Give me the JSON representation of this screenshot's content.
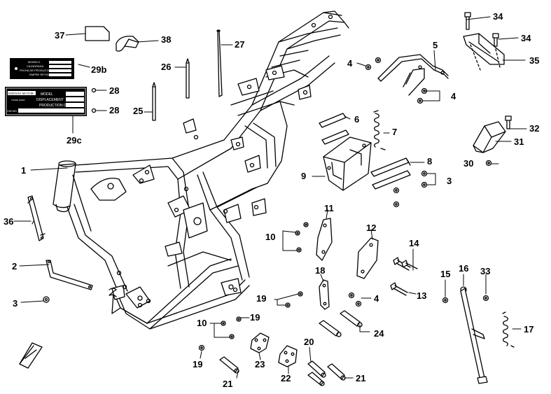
{
  "plate_29b": {
    "lines": [
      "MODELO",
      "CILINDRADA",
      "FECHA DE PRODUCCION",
      "EMPRE RETIXCA"
    ]
  },
  "plate_29c": {
    "brand": "KEEWAY MOTOR",
    "lines": [
      "MODEL",
      "DISPLACEMENT",
      "PRODUCTION D.T."
    ],
    "left_small": [
      "TRADE MARK",
      "VIN NO."
    ]
  },
  "part_labels": [
    {
      "id": "1",
      "text": "1"
    },
    {
      "id": "2",
      "text": "2"
    },
    {
      "id": "3a",
      "text": "3"
    },
    {
      "id": "3b",
      "text": "3"
    },
    {
      "id": "4a",
      "text": "4"
    },
    {
      "id": "4b",
      "text": "4"
    },
    {
      "id": "4c",
      "text": "4"
    },
    {
      "id": "5",
      "text": "5"
    },
    {
      "id": "6",
      "text": "6"
    },
    {
      "id": "7",
      "text": "7"
    },
    {
      "id": "8",
      "text": "8"
    },
    {
      "id": "9",
      "text": "9"
    },
    {
      "id": "10a",
      "text": "10"
    },
    {
      "id": "10b",
      "text": "10"
    },
    {
      "id": "11",
      "text": "11"
    },
    {
      "id": "12",
      "text": "12"
    },
    {
      "id": "13",
      "text": "13"
    },
    {
      "id": "14",
      "text": "14"
    },
    {
      "id": "15",
      "text": "15"
    },
    {
      "id": "16",
      "text": "16"
    },
    {
      "id": "17",
      "text": "17"
    },
    {
      "id": "18",
      "text": "18"
    },
    {
      "id": "19a",
      "text": "19"
    },
    {
      "id": "19b",
      "text": "19"
    },
    {
      "id": "19c",
      "text": "19"
    },
    {
      "id": "20",
      "text": "20"
    },
    {
      "id": "21a",
      "text": "21"
    },
    {
      "id": "21b",
      "text": "21"
    },
    {
      "id": "22",
      "text": "22"
    },
    {
      "id": "23",
      "text": "23"
    },
    {
      "id": "24",
      "text": "24"
    },
    {
      "id": "25",
      "text": "25"
    },
    {
      "id": "26",
      "text": "26"
    },
    {
      "id": "27",
      "text": "27"
    },
    {
      "id": "28a",
      "text": "28"
    },
    {
      "id": "28b",
      "text": "28"
    },
    {
      "id": "29b",
      "text": "29b"
    },
    {
      "id": "29c",
      "text": "29c"
    },
    {
      "id": "30",
      "text": "30"
    },
    {
      "id": "31",
      "text": "31"
    },
    {
      "id": "32",
      "text": "32"
    },
    {
      "id": "33",
      "text": "33"
    },
    {
      "id": "34a",
      "text": "34"
    },
    {
      "id": "34b",
      "text": "34"
    },
    {
      "id": "35",
      "text": "35"
    },
    {
      "id": "36",
      "text": "36"
    },
    {
      "id": "37",
      "text": "37"
    },
    {
      "id": "38",
      "text": "38"
    }
  ]
}
